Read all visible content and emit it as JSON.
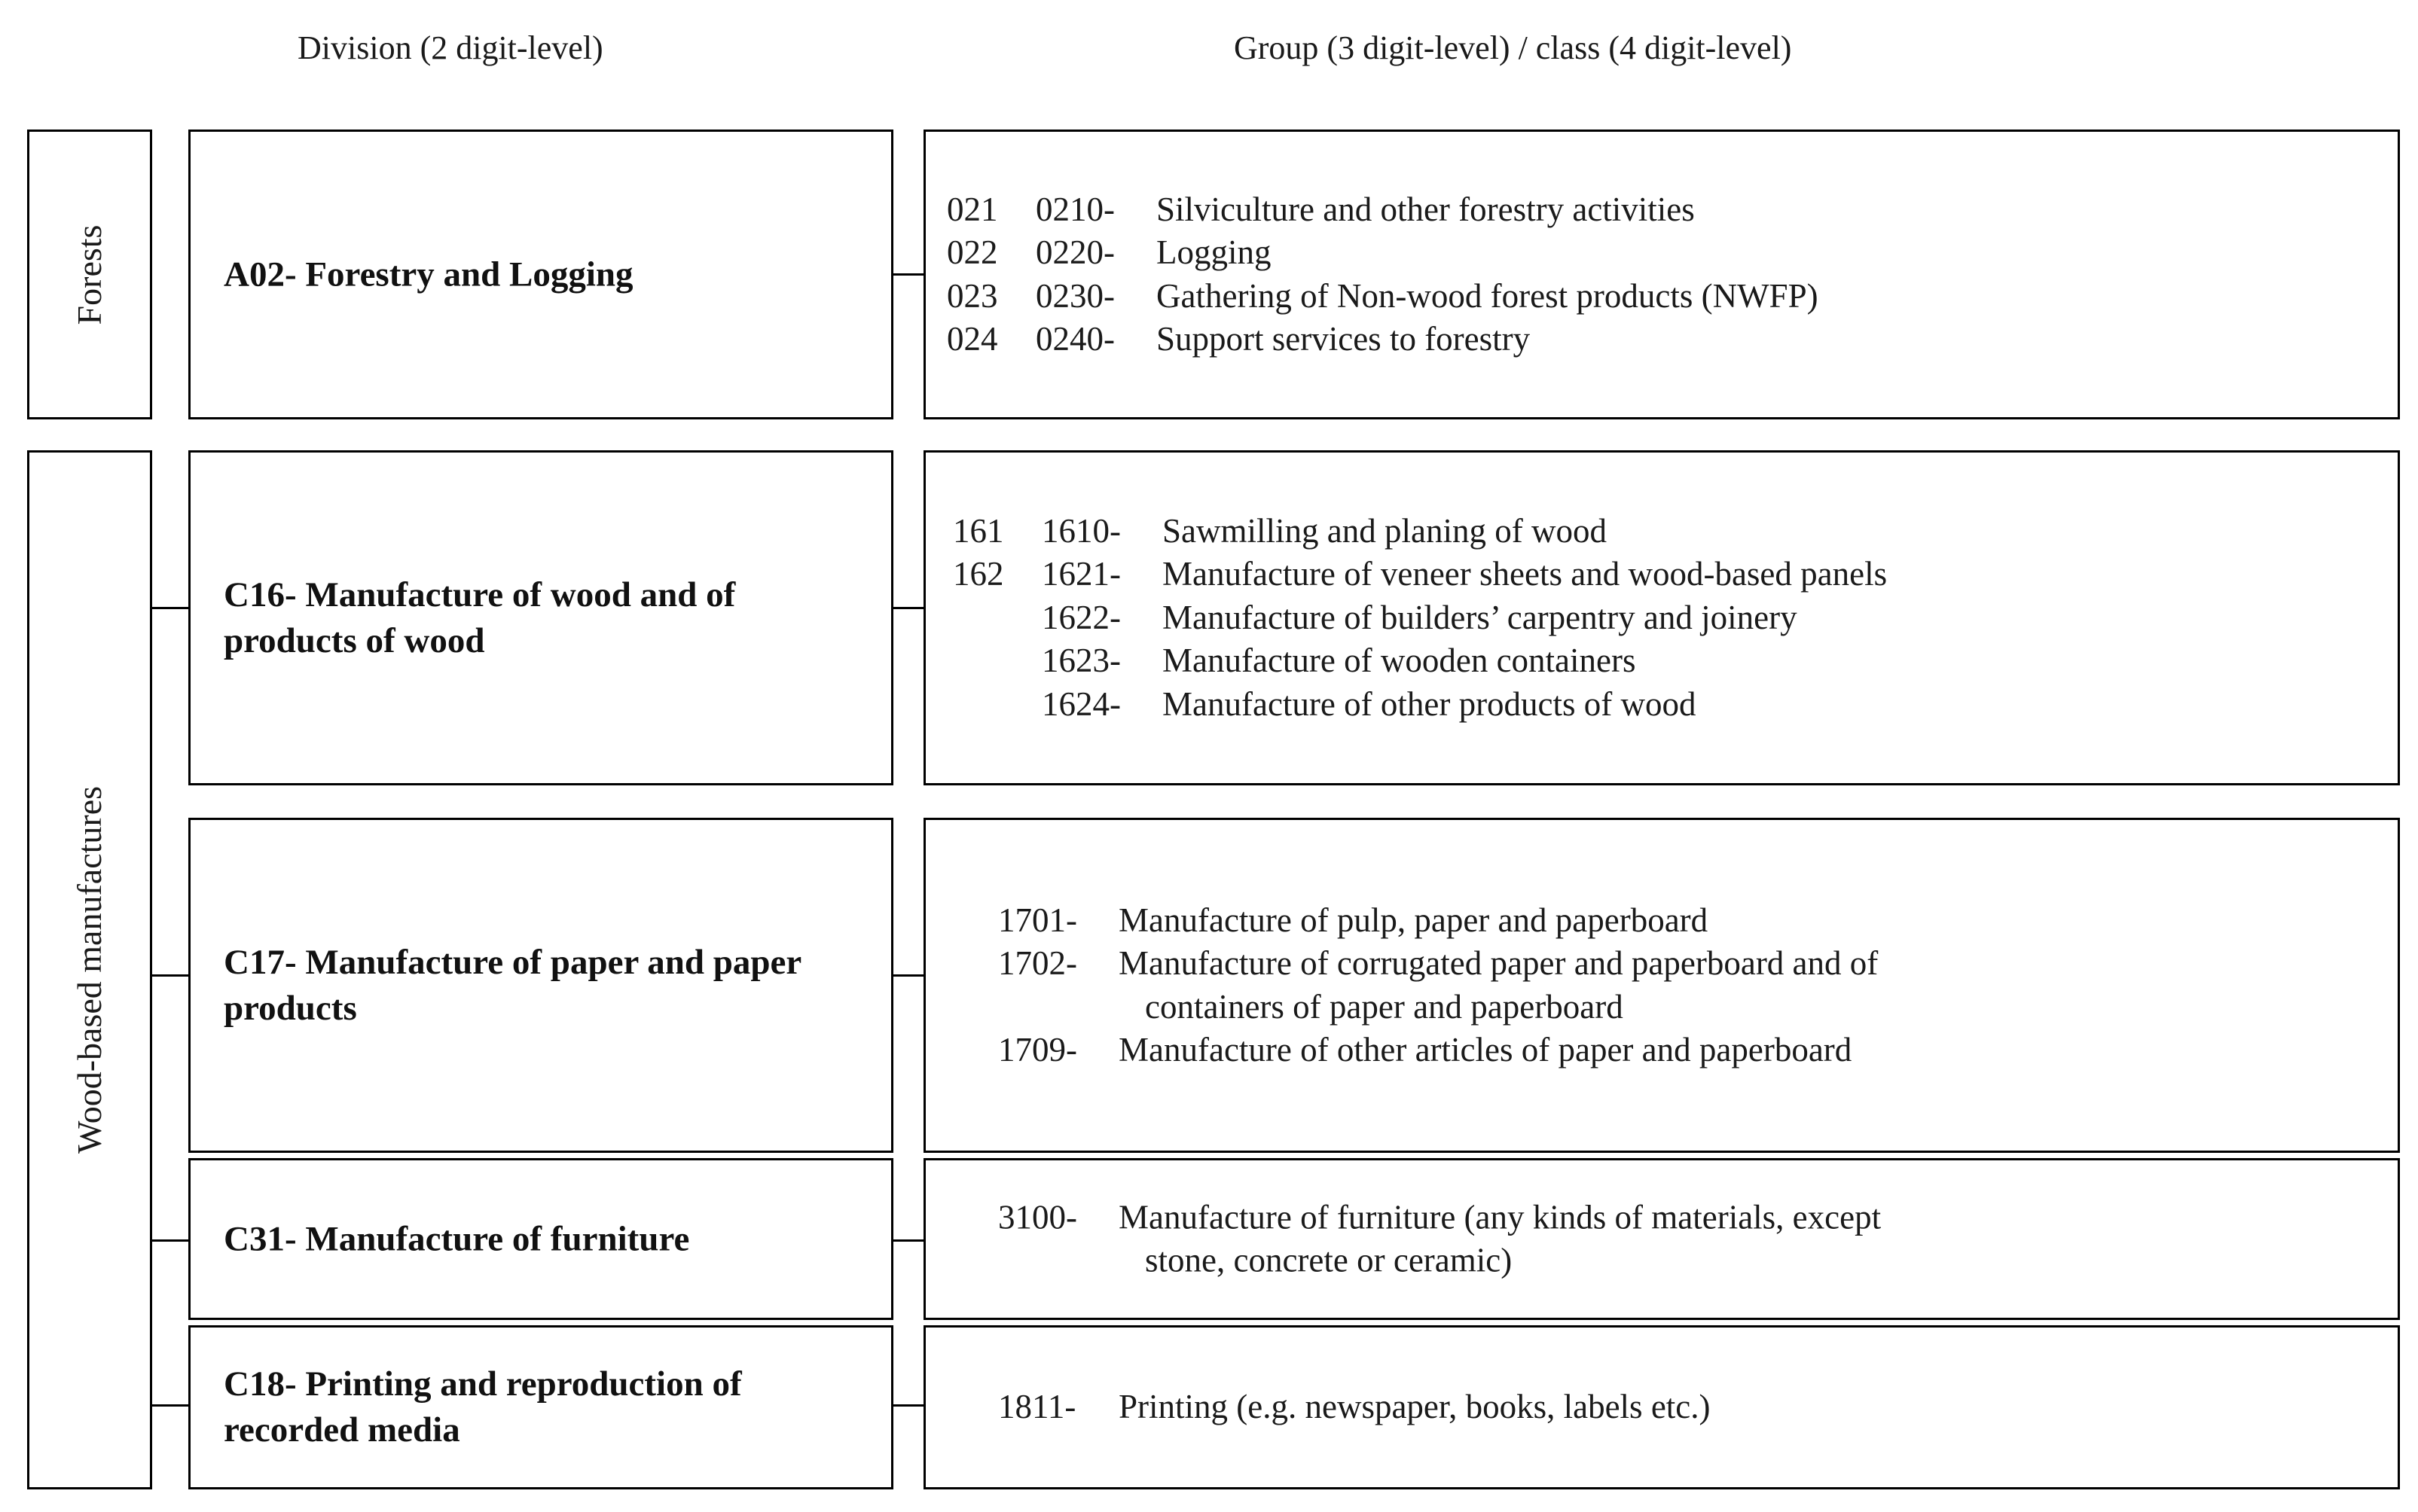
{
  "headers": {
    "division": "Division (2 digit-level)",
    "group": "Group (3 digit-level) / class (4 digit-level)"
  },
  "sectors": [
    {
      "id": "forests",
      "label": "Forests"
    },
    {
      "id": "wood",
      "label": "Wood-based manufactures"
    }
  ],
  "rows": [
    {
      "sector": "forests",
      "division": "A02- Forestry and Logging",
      "entries": [
        {
          "group": "021",
          "class": "0210-",
          "desc": "Silviculture and other forestry activities"
        },
        {
          "group": "022",
          "class": "0220-",
          "desc": "Logging"
        },
        {
          "group": "023",
          "class": "0230-",
          "desc": "Gathering of Non-wood forest products (NWFP)"
        },
        {
          "group": "024",
          "class": "0240-",
          "desc": "Support services to forestry"
        }
      ]
    },
    {
      "sector": "wood",
      "division": "C16- Manufacture of wood and of products of wood",
      "entries": [
        {
          "group": "161",
          "class": "1610-",
          "desc": "Sawmilling and planing of wood"
        },
        {
          "group": "162",
          "class": "1621-",
          "desc": "Manufacture of veneer sheets and wood-based panels"
        },
        {
          "group": "",
          "class": "1622-",
          "desc": "Manufacture of builders’ carpentry and joinery"
        },
        {
          "group": "",
          "class": "1623-",
          "desc": "Manufacture of wooden containers"
        },
        {
          "group": "",
          "class": "1624-",
          "desc": "Manufacture of other products of wood"
        }
      ]
    },
    {
      "sector": "wood",
      "division": "C17- Manufacture of paper and paper products",
      "entries": [
        {
          "group": "",
          "class": "1701-",
          "desc": "Manufacture of pulp, paper and paperboard"
        },
        {
          "group": "",
          "class": "1702-",
          "desc": "Manufacture of corrugated paper and paperboard and of"
        },
        {
          "group": "",
          "class": "",
          "desc": "containers of paper and paperboard",
          "continuation": true
        },
        {
          "group": "",
          "class": "1709-",
          "desc": "Manufacture of other articles of paper and paperboard"
        }
      ]
    },
    {
      "sector": "wood",
      "division": "C31- Manufacture of furniture",
      "entries": [
        {
          "group": "",
          "class": "3100-",
          "desc": "Manufacture of furniture (any kinds of materials, except"
        },
        {
          "group": "",
          "class": "",
          "desc": "stone, concrete or ceramic)",
          "continuation": true
        }
      ]
    },
    {
      "sector": "wood",
      "division": "C18- Printing and reproduction of recorded media",
      "entries": [
        {
          "group": "",
          "class": "1811-",
          "desc": "Printing (e.g. newspaper, books, labels etc.)"
        }
      ]
    }
  ],
  "colors": {
    "border": "#000000",
    "text": "#1a1a1a",
    "background": "#ffffff"
  }
}
